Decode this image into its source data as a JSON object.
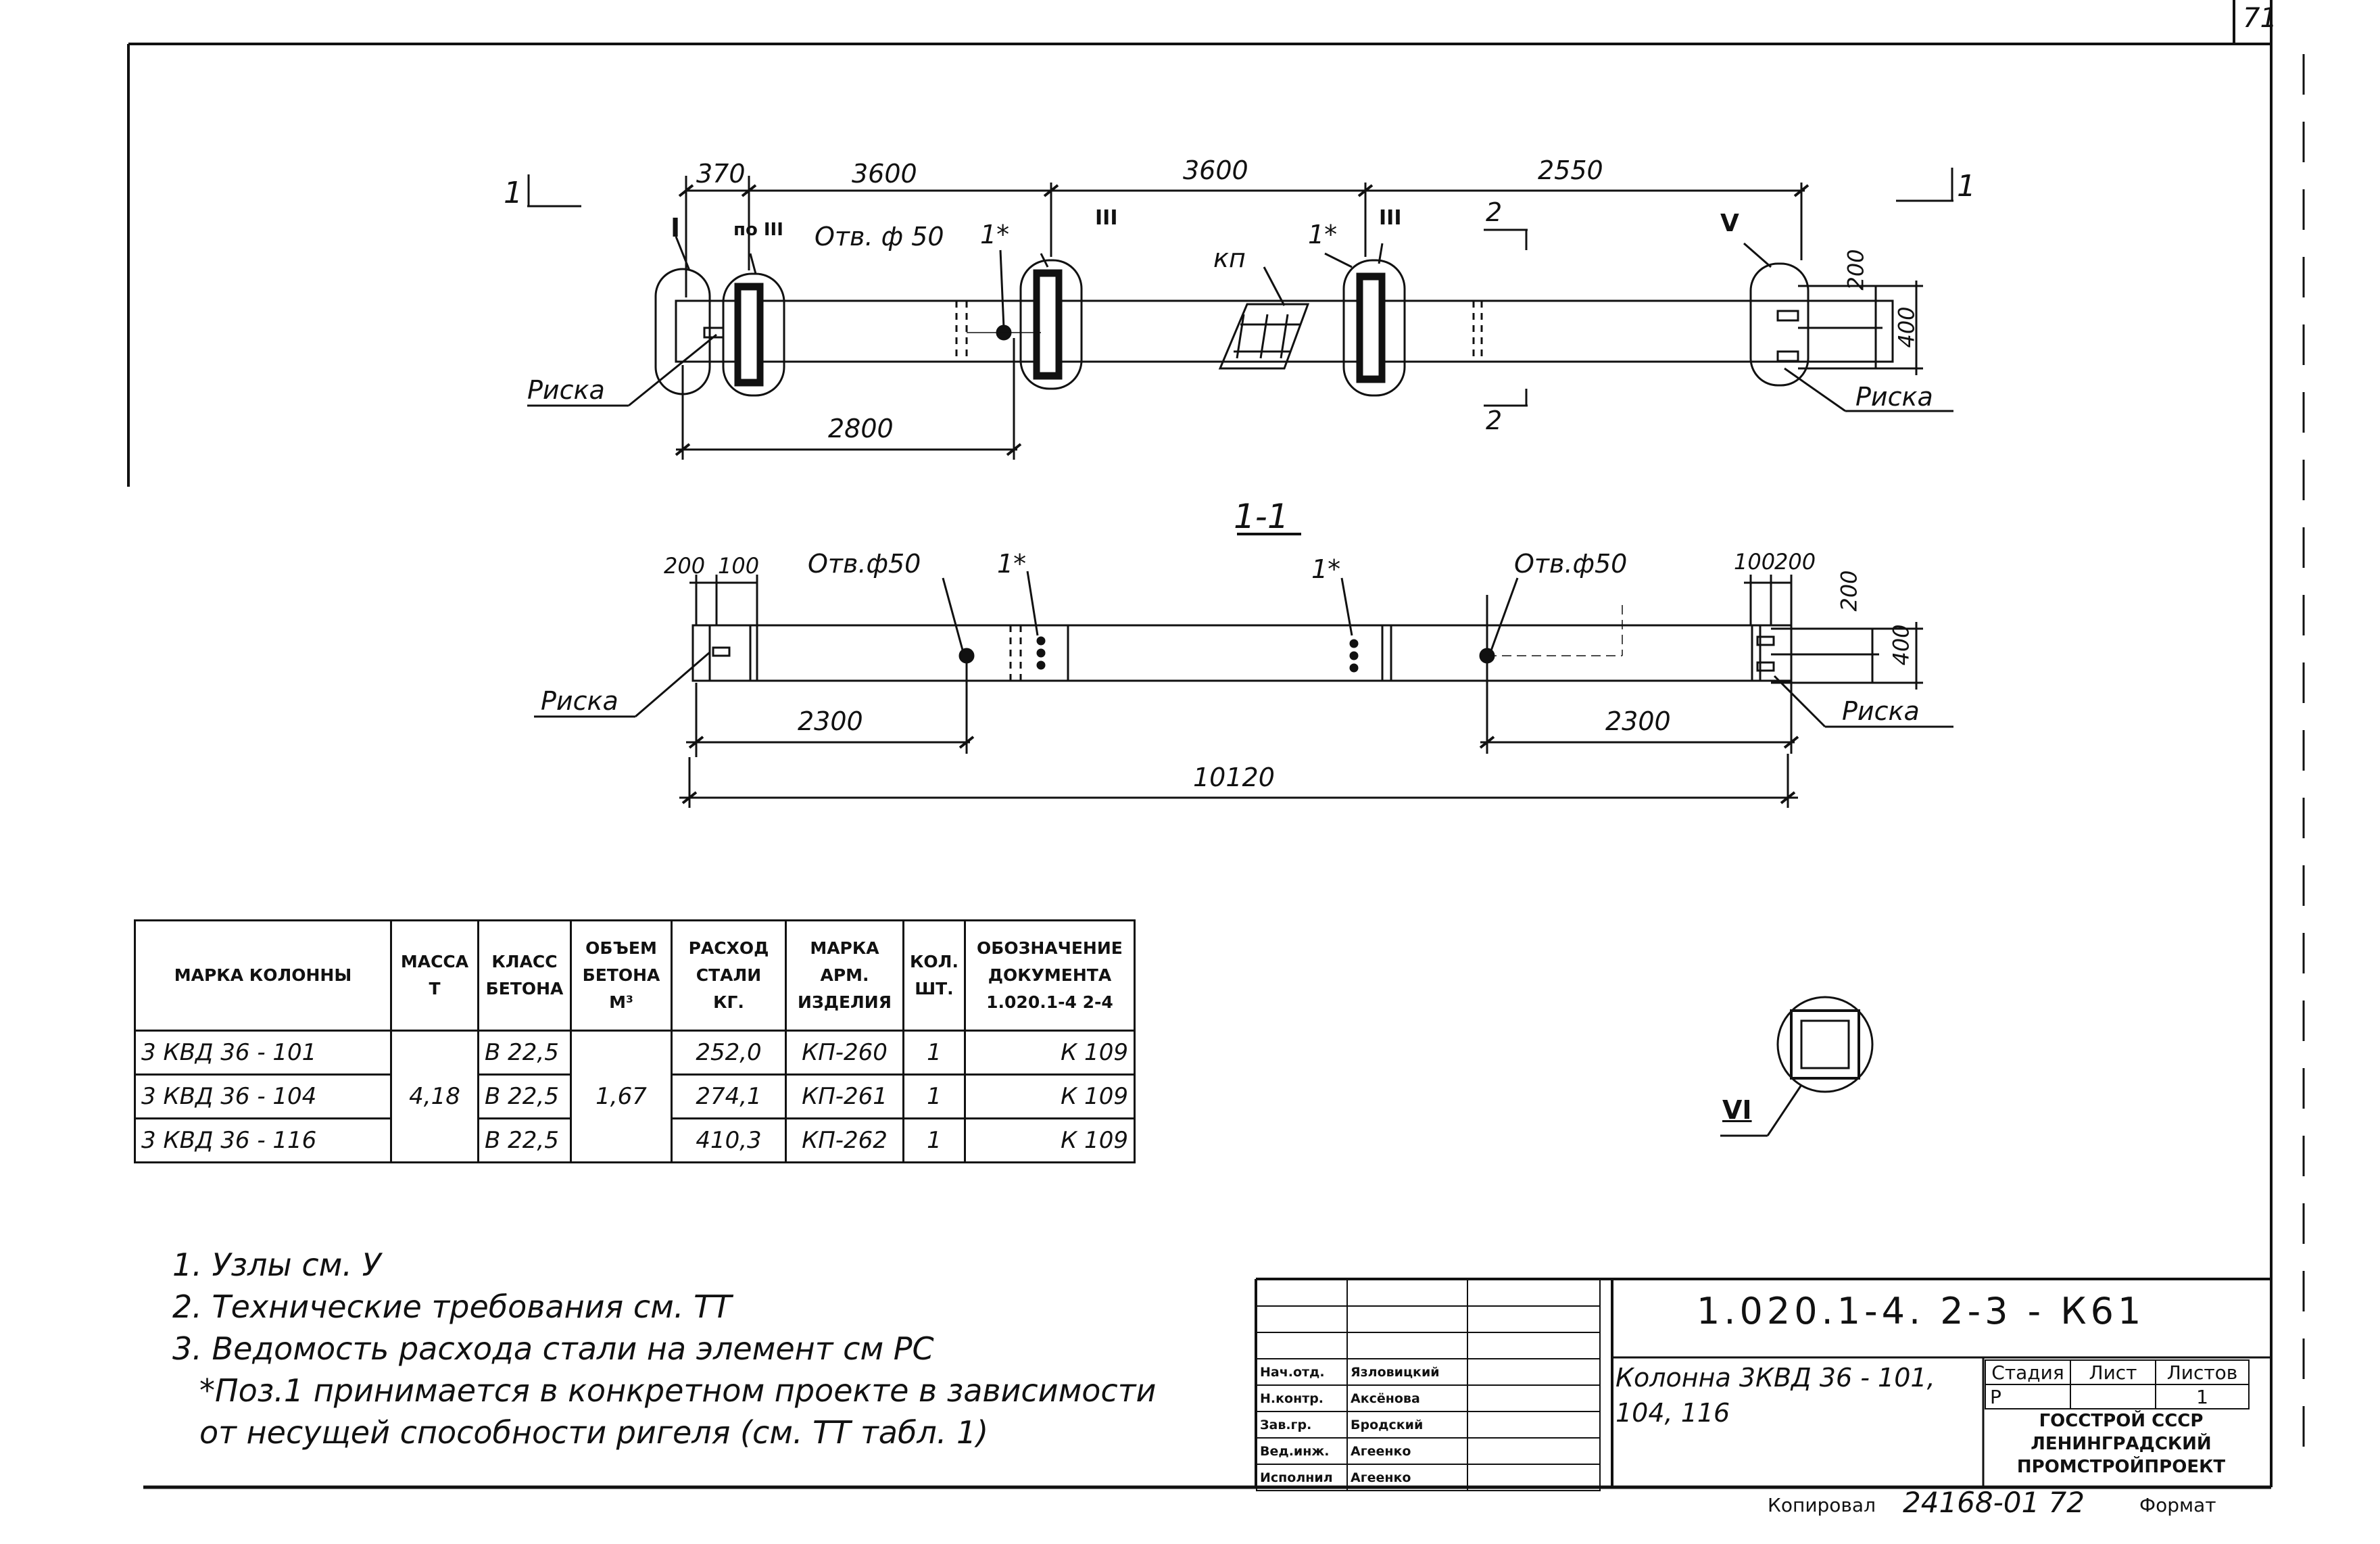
{
  "sheet_number": "71",
  "plan_view": {
    "dims_top": [
      "370",
      "3600",
      "3600",
      "2550"
    ],
    "dim_bottom": "2800",
    "section_marks": [
      "1",
      "1",
      "2",
      "2"
    ],
    "node_labels": [
      "I",
      "по III",
      "III",
      "III",
      "V"
    ],
    "hole_label": "Отв. ф 50",
    "pos_labels": [
      "1*",
      "1*"
    ],
    "kp_label": "кп",
    "risk_left": "Риска",
    "risk_right": "Риска",
    "dims_side": [
      "200",
      "400"
    ]
  },
  "section_view": {
    "title": "1-1",
    "dims_top_left": [
      "200",
      "100"
    ],
    "dims_top_right": [
      "100",
      "200"
    ],
    "hole_labels": [
      "Отв.ф50",
      "Отв.ф50"
    ],
    "pos_labels": [
      "1*",
      "1*"
    ],
    "dims_bottom": [
      "2300",
      "2300"
    ],
    "total_length": "10120",
    "risk_left": "Риска",
    "risk_right": "Риска",
    "dims_side": [
      "200",
      "400"
    ]
  },
  "detail": {
    "label": "VI"
  },
  "spec_table": {
    "headers": [
      "МАРКА КОЛОННЫ",
      "МАССА Т",
      "КЛАСС БЕТОНА",
      "ОБЪЕМ БЕТОНА М³",
      "РАСХОД СТАЛИ КГ.",
      "МАРКА АРМ. ИЗДЕЛИЯ",
      "КОЛ. ШТ.",
      "ОБОЗНАЧЕНИЕ ДОКУМЕНТА 1.020.1-4 2-4"
    ],
    "mass": "4,18",
    "volume": "1,67",
    "rows": [
      {
        "mark": "3 КВД 36 - 101",
        "concrete": "В 22,5",
        "steel": "252,0",
        "arm": "КП-260",
        "qty": "1",
        "doc": "К 109"
      },
      {
        "mark": "3 КВД 36 - 104",
        "concrete": "В 22,5",
        "steel": "274,1",
        "arm": "КП-261",
        "qty": "1",
        "doc": "К 109"
      },
      {
        "mark": "3 КВД 36 - 116",
        "concrete": "В 22,5",
        "steel": "410,3",
        "arm": "КП-262",
        "qty": "1",
        "doc": "К 109"
      }
    ]
  },
  "notes": [
    "1. Узлы см. У",
    "2. Технические требования см. ТТ",
    "3. Ведомость расхода стали на элемент см РС",
    "*Поз.1 принимается в конкретном проекте в зависимости",
    "от несущей способности ригеля (см. ТТ табл. 1)"
  ],
  "title_block": {
    "code": "1.020.1-4.  2-3  -  К61",
    "title": "Колонна 3КВД 36 - 101, 104, 116",
    "signatures": [
      {
        "role": "Нач.отд.",
        "name": "Язловицкий"
      },
      {
        "role": "Н.контр.",
        "name": "Аксёнова"
      },
      {
        "role": "Зав.гр.",
        "name": "Бродский"
      },
      {
        "role": "Вед.инж.",
        "name": "Агеенко"
      },
      {
        "role": "Исполнил",
        "name": "Агеенко"
      }
    ],
    "stage_headers": [
      "Стадия",
      "Лист",
      "Листов"
    ],
    "stage_values": [
      "Р",
      "",
      "1"
    ],
    "org": [
      "ГОССТРОЙ СССР",
      "ЛЕНИНГРАДСКИЙ",
      "ПРОМСТРОЙПРОЕКТ"
    ],
    "copied_label": "Копировал",
    "copied_number": "24168-01  72",
    "format_label": "Формат"
  }
}
